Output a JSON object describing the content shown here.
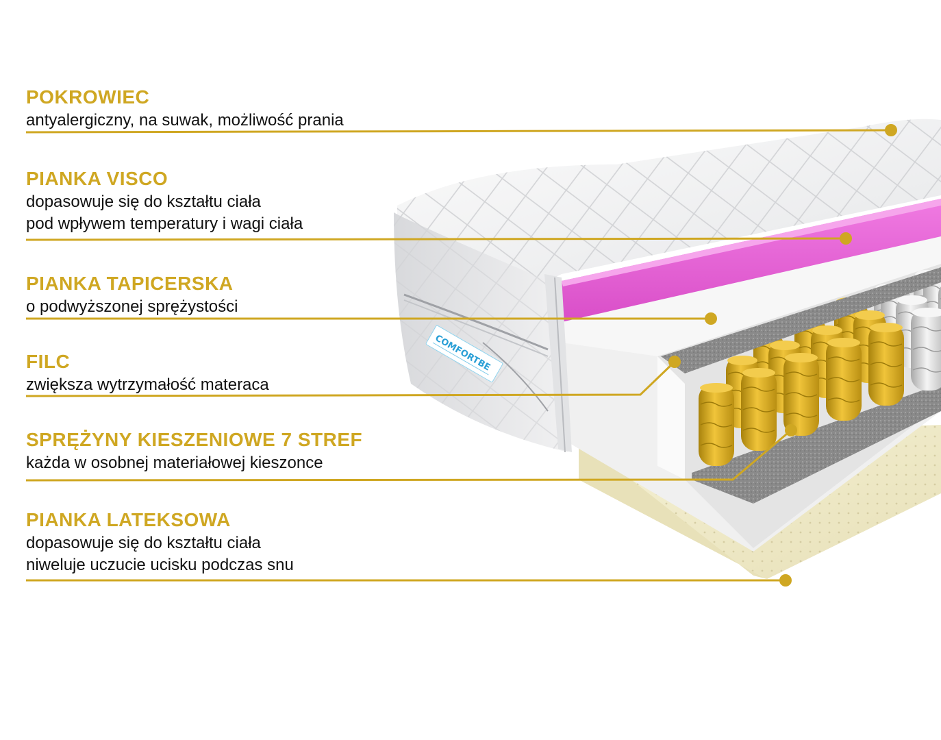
{
  "accent_color": "#cfa722",
  "layers": [
    {
      "title": "POKROWIEC",
      "lines": [
        "antyalergiczny, na suwak, możliwość prania"
      ]
    },
    {
      "title": "PIANKA VISCO",
      "lines": [
        "dopasowuje się do kształtu ciała",
        "pod wpływem temperatury i wagi ciała"
      ]
    },
    {
      "title": "PIANKA TAPICERSKA",
      "lines": [
        "o podwyższonej sprężystości"
      ]
    },
    {
      "title": "FILC",
      "lines": [
        "zwiększa wytrzymałość materaca"
      ]
    },
    {
      "title": "SPRĘŻYNY KIESZENIOWE 7 STREF",
      "lines": [
        "każda w osobnej materiałowej kieszonce"
      ]
    },
    {
      "title": "PIANKA LATEKSOWA",
      "lines": [
        "dopasowuje się do kształtu ciała",
        "niweluje uczucie ucisku podczas snu"
      ]
    }
  ],
  "brand_logo": "COMFORTBE",
  "layer_colors": {
    "cover": "#e9eaec",
    "visco": "#e35fd3",
    "foam": "#f2f2f2",
    "felt": "#8c8c8c",
    "spring_zone_a": "#e1b11c",
    "spring_zone_b": "#d9d9d9",
    "latex": "#f0eccd"
  }
}
